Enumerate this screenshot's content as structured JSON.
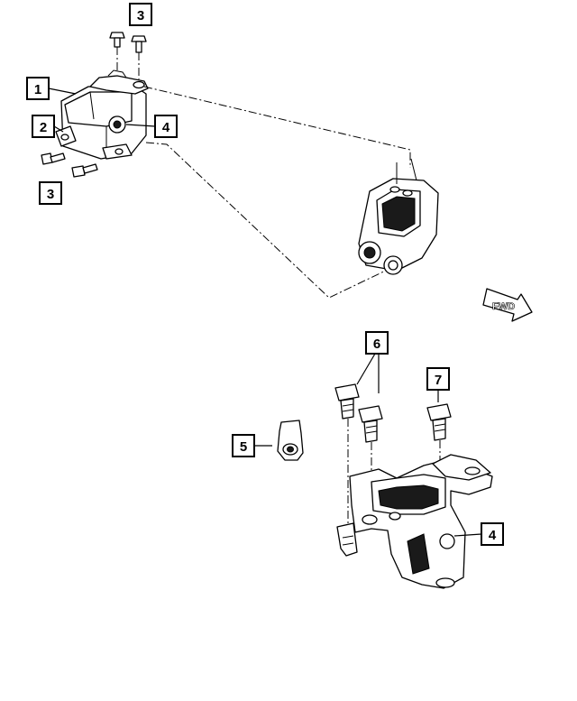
{
  "callouts": {
    "c1": "1",
    "c2": "2",
    "c3_top": "3",
    "c3_bottom": "3",
    "c4_top": "4",
    "c4_bottom": "4",
    "c5": "5",
    "c6": "6",
    "c7": "7"
  },
  "direction_arrow": {
    "label": "FWD"
  }
}
